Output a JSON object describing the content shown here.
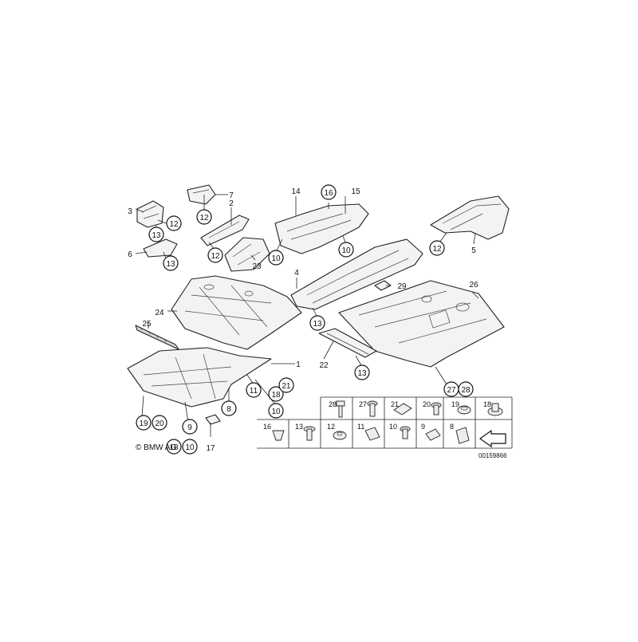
{
  "callouts": [
    {
      "id": "c1",
      "label": "1",
      "circled": false
    },
    {
      "id": "c2",
      "label": "2",
      "circled": false
    },
    {
      "id": "c3",
      "label": "3",
      "circled": false
    },
    {
      "id": "c4",
      "label": "4",
      "circled": false
    },
    {
      "id": "c5",
      "label": "5",
      "circled": false
    },
    {
      "id": "c6",
      "label": "6",
      "circled": false
    },
    {
      "id": "c7",
      "label": "7",
      "circled": false
    },
    {
      "id": "c8",
      "label": "8",
      "circled": true
    },
    {
      "id": "c9",
      "label": "9",
      "circled": true
    },
    {
      "id": "c10a",
      "label": "10",
      "circled": true
    },
    {
      "id": "c10b",
      "label": "10",
      "circled": true
    },
    {
      "id": "c10c",
      "label": "10",
      "circled": true
    },
    {
      "id": "c10d",
      "label": "10",
      "circled": true
    },
    {
      "id": "c11",
      "label": "11",
      "circled": true
    },
    {
      "id": "c12a",
      "label": "12",
      "circled": true
    },
    {
      "id": "c12b",
      "label": "12",
      "circled": true
    },
    {
      "id": "c12c",
      "label": "12",
      "circled": true
    },
    {
      "id": "c12d",
      "label": "12",
      "circled": true
    },
    {
      "id": "c13a",
      "label": "13",
      "circled": true
    },
    {
      "id": "c13b",
      "label": "13",
      "circled": true
    },
    {
      "id": "c13c",
      "label": "13",
      "circled": true
    },
    {
      "id": "c13d",
      "label": "13",
      "circled": true
    },
    {
      "id": "c14",
      "label": "14",
      "circled": false
    },
    {
      "id": "c15",
      "label": "15",
      "circled": false
    },
    {
      "id": "c16",
      "label": "16",
      "circled": true
    },
    {
      "id": "c17",
      "label": "17",
      "circled": false
    },
    {
      "id": "c18a",
      "label": "18",
      "circled": true
    },
    {
      "id": "c18b",
      "label": "18",
      "circled": true
    },
    {
      "id": "c19",
      "label": "19",
      "circled": true
    },
    {
      "id": "c20",
      "label": "20",
      "circled": true
    },
    {
      "id": "c21",
      "label": "21",
      "circled": true
    },
    {
      "id": "c22",
      "label": "22",
      "circled": false
    },
    {
      "id": "c23",
      "label": "23",
      "circled": false
    },
    {
      "id": "c24",
      "label": "24",
      "circled": false
    },
    {
      "id": "c25",
      "label": "25",
      "circled": false
    },
    {
      "id": "c26",
      "label": "26",
      "circled": false
    },
    {
      "id": "c27",
      "label": "27",
      "circled": true
    },
    {
      "id": "c28",
      "label": "28",
      "circled": true
    },
    {
      "id": "c29",
      "label": "29",
      "circled": false
    }
  ],
  "legend": {
    "top_row": [
      "28",
      "27",
      "21",
      "20",
      "19",
      "18"
    ],
    "bottom_row": [
      "16",
      "13",
      "12",
      "11",
      "10",
      "9",
      "8"
    ]
  },
  "copyright": "© BMW AG",
  "diagram_number": "00159866"
}
